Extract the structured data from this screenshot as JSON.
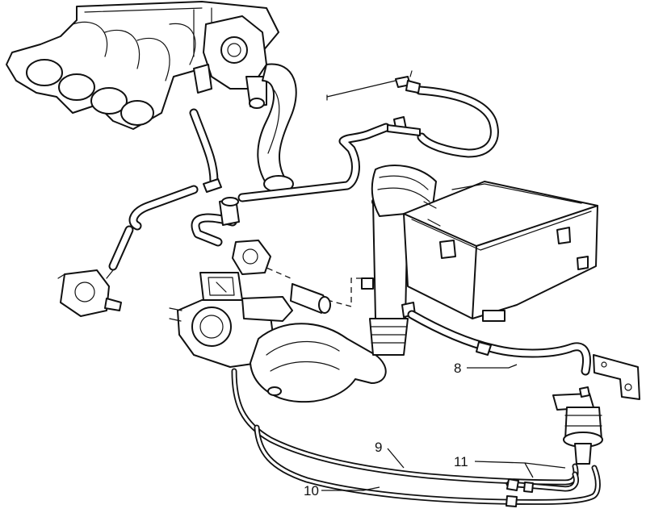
{
  "callouts": {
    "c8": "8",
    "c9": "9",
    "c10": "10",
    "c11": "11"
  }
}
